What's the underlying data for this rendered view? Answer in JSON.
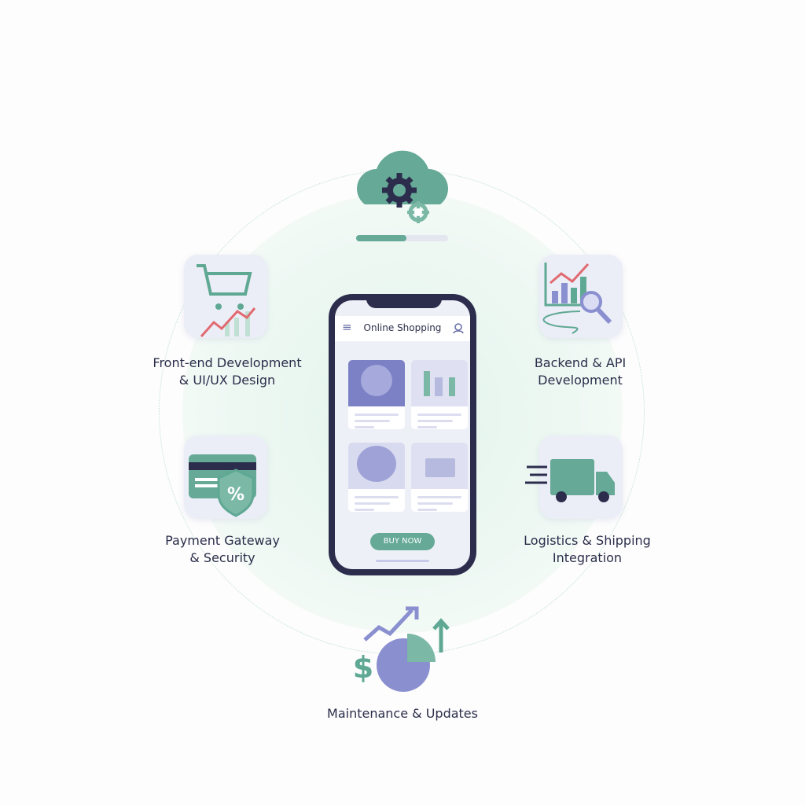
{
  "top": {
    "icon": "cloud-gear-icon",
    "progress": 0.55
  },
  "phone": {
    "title": "Online Shopping",
    "button": "BUY NOW",
    "menu_icon": "hamburger-icon",
    "user_icon": "user-icon"
  },
  "items": [
    {
      "label1": "Front-end Development",
      "label2": "& UI/UX Design",
      "icon": "shopping-cart-growth-icon"
    },
    {
      "label1": "Backend & API",
      "label2": "Development",
      "icon": "analytics-search-icon"
    },
    {
      "label1": "Payment Gateway",
      "label2": "& Security",
      "icon": "credit-card-shield-icon"
    },
    {
      "label1": "Logistics & Shipping",
      "label2": "Integration",
      "icon": "delivery-truck-icon"
    },
    {
      "label1": "Maintenance & Updates",
      "icon": "growth-pie-chart-icon"
    }
  ],
  "colors": {
    "teal": "#5fa893",
    "navy": "#2c2d4d",
    "purple": "#8a8fd0",
    "red": "#e06a70"
  }
}
